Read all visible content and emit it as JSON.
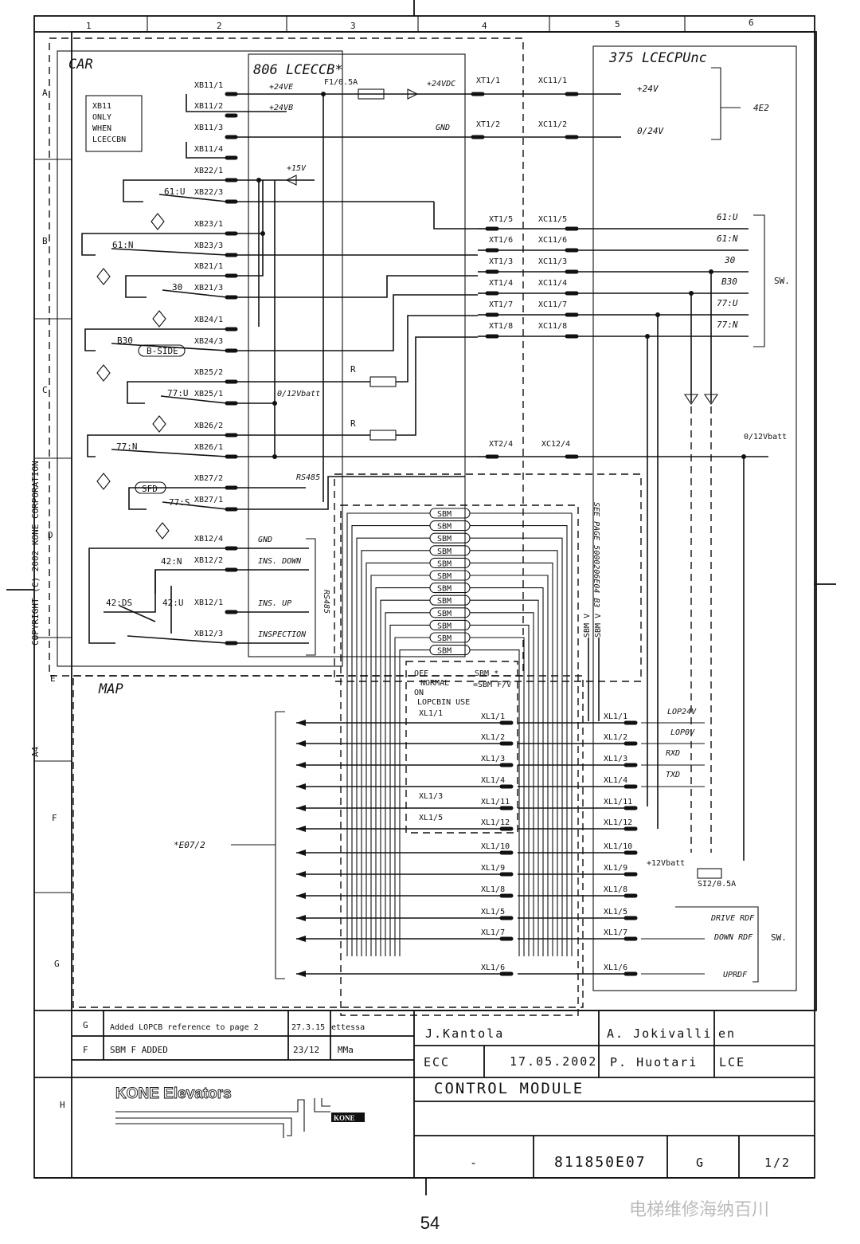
{
  "copyright": "COPYRIGHT (C) 2002 KONE CORPORATION",
  "sheet_size": "A4",
  "columns": [
    "1",
    "2",
    "3",
    "4",
    "5",
    "6"
  ],
  "rows": [
    "A",
    "B",
    "C",
    "D",
    "E",
    "F",
    "G",
    "H"
  ],
  "sections": {
    "car": "CAR",
    "map": "MAP",
    "lceccb": "806  LCECCB*",
    "lcecpu": "375  LCECPUnc"
  },
  "note_box": [
    "XB11",
    "ONLY",
    "WHEN",
    "LCECCBN"
  ],
  "fuses": {
    "f1": "F1/0.5A",
    "si2": "SI2/0.5A"
  },
  "supply_labels": {
    "p24ve": "+24VE",
    "p24vb": "+24VB",
    "p24vdc": "+24VDC",
    "gnd": "GND",
    "p15v": "+15V",
    "batt012": "0/12Vbatt",
    "batt012b": "0/12Vbatt",
    "rs485": "RS485",
    "rs485v": "RS485",
    "p12vbatt": "+12Vbatt"
  },
  "outputs_top": {
    "p24v": "+24V",
    "v024": "0/24V",
    "ref": "4E2"
  },
  "xb_terminals": {
    "xb11_1": "XB11/1",
    "xb11_2": "XB11/2",
    "xb11_3": "XB11/3",
    "xb11_4": "XB11/4",
    "xb22_1": "XB22/1",
    "xb22_3": "XB22/3",
    "xb23_1": "XB23/1",
    "xb23_3": "XB23/3",
    "xb21_1": "XB21/1",
    "xb21_3": "XB21/3",
    "xb24_1": "XB24/1",
    "xb24_3": "XB24/3",
    "xb25_2": "XB25/2",
    "xb25_1": "XB25/1",
    "xb26_2": "XB26/2",
    "xb26_1": "XB26/1",
    "xb27_2": "XB27/2",
    "xb27_1": "XB27/1",
    "xb12_4": "XB12/4",
    "xb12_2": "XB12/2",
    "xb12_1": "XB12/1",
    "xb12_3": "XB12/3"
  },
  "xt_terminals": {
    "xt1_1": "XT1/1",
    "xt1_2": "XT1/2",
    "xt1_5": "XT1/5",
    "xt1_6": "XT1/6",
    "xt1_3": "XT1/3",
    "xt1_4": "XT1/4",
    "xt1_7": "XT1/7",
    "xt1_8": "XT1/8",
    "xt2_4": "XT2/4"
  },
  "xc_terminals": {
    "xc11_1": "XC11/1",
    "xc11_2": "XC11/2",
    "xc11_5": "XC11/5",
    "xc11_6": "XC11/6",
    "xc11_3": "XC11/3",
    "xc11_4": "XC11/4",
    "xc11_7": "XC11/7",
    "xc11_8": "XC11/8",
    "xc12_4": "XC12/4"
  },
  "switches": {
    "s61u": "61:U",
    "s61n": "61:N",
    "s30": "30",
    "sb30": "B30",
    "bside": "B-SIDE",
    "s77u": "77:U",
    "s77n": "77:N",
    "sfd": "SFD",
    "s77s": "77:S",
    "s42n": "42:N",
    "s42u": "42:U",
    "s42ds": "42:DS",
    "res1": "R",
    "res2": "R"
  },
  "signals_right": [
    "61:U",
    "61:N",
    "30",
    "B30",
    "77:U",
    "77:N"
  ],
  "sw_label": "SW.",
  "sw_label2": "SW.",
  "ins_labels": {
    "gnd": "GND",
    "down": "INS. DOWN",
    "up": "INS. UP",
    "insp": "INSPECTION"
  },
  "sbm": {
    "label": "SBM",
    "count": 12,
    "note": "SEE PAGE 5000206E04 B3",
    "v1": "SBM V",
    "v2": "SBM V"
  },
  "sbm_box": {
    "off": "OFF",
    "normal": "NORMAL",
    "on": "ON",
    "use": "LOPCBIN USE",
    "sbm": "SBM *",
    "eq": "=SBM F/V"
  },
  "xl_left": {
    "a": "XL1/1",
    "b": "XL1/3",
    "c": "XL1/5"
  },
  "xl_mid": [
    "XL1/1",
    "XL1/2",
    "XL1/3",
    "XL1/4",
    "XL1/11",
    "XL1/12",
    "XL1/10",
    "XL1/9",
    "XL1/8",
    "XL1/5",
    "XL1/7",
    "XL1/6"
  ],
  "xl_right": [
    "XL1/1",
    "XL1/2",
    "XL1/3",
    "XL1/4",
    "XL1/11",
    "XL1/12",
    "XL1/10",
    "XL1/9",
    "XL1/8",
    "XL1/5",
    "XL1/7",
    "XL1/6"
  ],
  "xl_signals": {
    "lop24v": "LOP24V",
    "lop0v": "LOP0V",
    "rxd": "RXD",
    "txd": "TXD",
    "drive": "DRIVE RDF",
    "down": "DOWN RDF",
    "up": "UPRDF"
  },
  "ref_e07": "*E07/2",
  "revisions": [
    {
      "rev": "G",
      "text": "Added LOPCB reference to page 2",
      "date": "27.3.15",
      "by": "ettessa"
    },
    {
      "rev": "F",
      "text": "SBM F ADDED",
      "date": "23/12",
      "by": "MMa"
    }
  ],
  "title_block": {
    "designer": "J.Kantola",
    "checker": "A. Jokivalli",
    "lang": "en",
    "dept": "ECC",
    "date": "17.05.2002",
    "approver": "P. Huotari",
    "product": "LCE",
    "title": "CONTROL  MODULE",
    "dash": "-",
    "drawing_no": "811850E07",
    "rev": "G",
    "sheet": "1/2"
  },
  "logo_text": "KONE Elevators",
  "logo_mark": "KONE",
  "page_number": "54",
  "watermark": "电梯维修海纳百川"
}
